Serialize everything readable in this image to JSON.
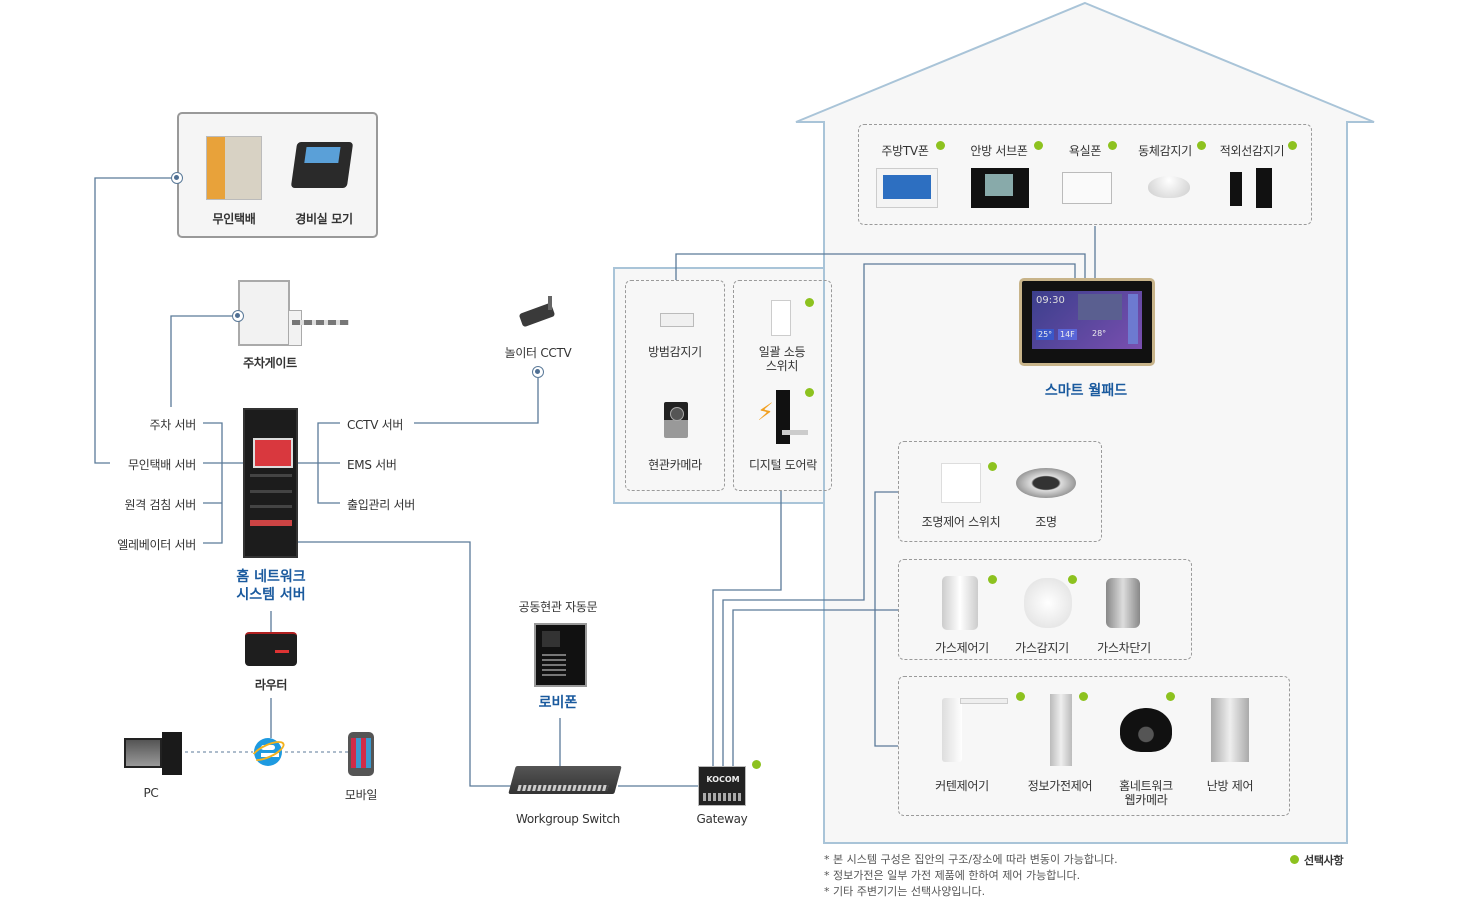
{
  "left": {
    "top_group": {
      "items": [
        {
          "label": "무인택배"
        },
        {
          "label": "경비실 모기"
        }
      ]
    },
    "parking_gate": {
      "label": "주차게이트"
    },
    "playground_cctv": {
      "label": "놀이터 CCTV"
    },
    "servers_left": [
      {
        "label": "주차 서버"
      },
      {
        "label": "무인택배 서버"
      },
      {
        "label": "원격 검침 서버"
      },
      {
        "label": "엘레베이터 서버"
      }
    ],
    "servers_right": [
      {
        "label": "CCTV 서버"
      },
      {
        "label": "EMS 서버"
      },
      {
        "label": "출입관리 서버"
      }
    ],
    "home_server": {
      "line1": "홈 네트워크",
      "line2": "시스템 서버"
    },
    "router": {
      "label": "라우터"
    },
    "pc": {
      "label": "PC"
    },
    "mobile": {
      "label": "모바일"
    },
    "browser_icon": "internet-explorer-icon"
  },
  "middle": {
    "lobby_door": {
      "caption": "공동현관 자동문",
      "label": "로비폰"
    },
    "switch": {
      "label": "Workgroup Switch"
    },
    "gateway": {
      "label": "Gateway",
      "brand": "KOCOM"
    }
  },
  "house": {
    "top_row": [
      {
        "label": "주방TV폰",
        "optional": true
      },
      {
        "label": "안방 서브폰",
        "optional": true
      },
      {
        "label": "욕실폰",
        "optional": true
      },
      {
        "label": "동체감지기",
        "optional": true
      },
      {
        "label": "적외선감지기",
        "optional": true
      }
    ],
    "entry_left": [
      {
        "label": "방범감지기",
        "optional": false
      },
      {
        "label": "현관카메라",
        "optional": false
      }
    ],
    "entry_right": [
      {
        "label1": "일괄 소등",
        "label2": "스위치",
        "optional": true
      },
      {
        "label": "디지털 도어락",
        "optional": true
      }
    ],
    "wallpad": {
      "label": "스마트 월패드",
      "screen_time": "09:30",
      "screen_temp1": "25°",
      "screen_floor": "14F",
      "screen_temp2": "28°"
    },
    "lighting": [
      {
        "label": "조명제어 스위치",
        "optional": true
      },
      {
        "label": "조명",
        "optional": false
      }
    ],
    "gas": [
      {
        "label": "가스제어기",
        "optional": true
      },
      {
        "label": "가스감지기",
        "optional": true
      },
      {
        "label": "가스차단기",
        "optional": false
      }
    ],
    "appliances": [
      {
        "label": "커텐제어기",
        "optional": true
      },
      {
        "label": "정보가전제어",
        "optional": true
      },
      {
        "label1": "홈네트워크",
        "label2": "웹카메라",
        "optional": true
      },
      {
        "label": "난방 제어",
        "optional": false
      }
    ]
  },
  "notes": [
    "* 본 시스템 구성은 집안의 구조/장소에 따라 변동이 가능합니다.",
    "* 정보가전은 일부 가전 제품에 한하여 제어 가능합니다.",
    "* 기타 주변기기는 선택사양입니다."
  ],
  "legend": {
    "label": "선택사항",
    "color": "#8dc21f"
  },
  "colors": {
    "line": "#5b7a99",
    "house_outline": "#a9c4d8",
    "title_blue": "#1a5a9e",
    "optional_dot": "#8dc21f"
  }
}
